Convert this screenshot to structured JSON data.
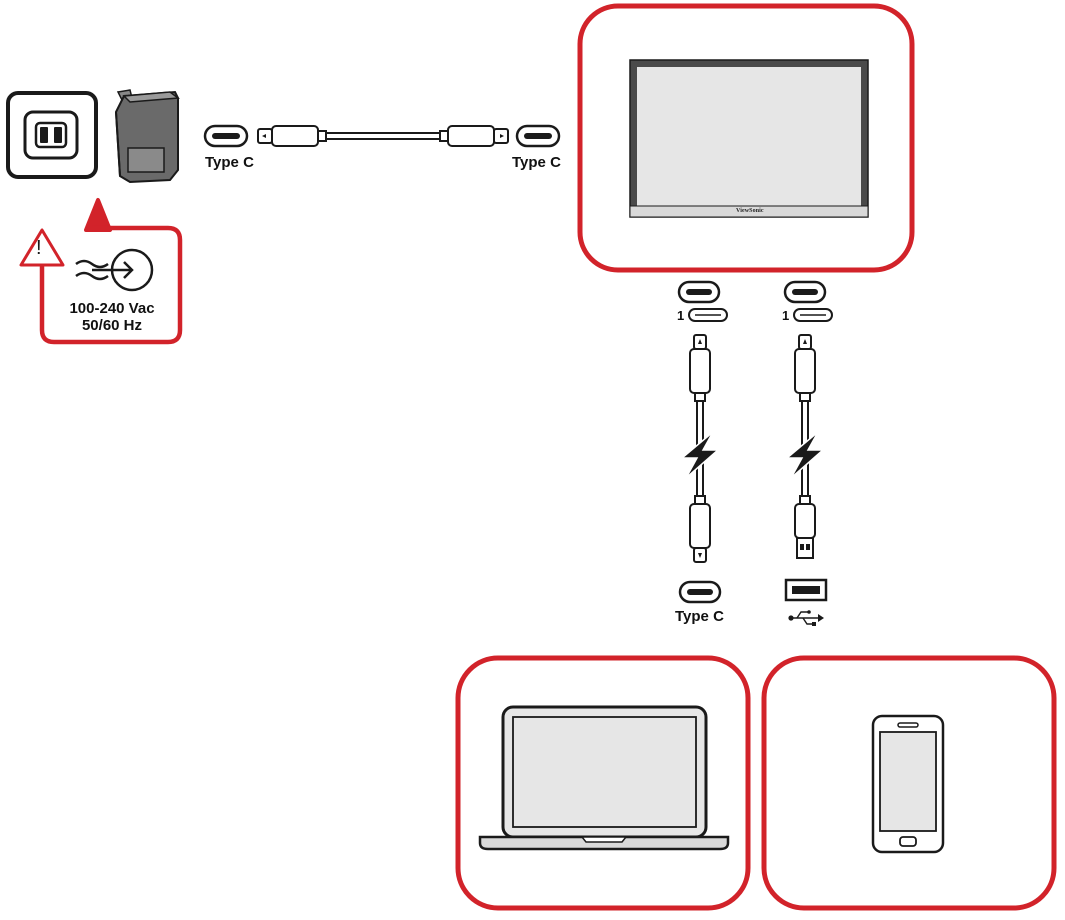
{
  "source_cable": {
    "left_label": "Type C",
    "right_label": "Type C"
  },
  "power": {
    "warning_mark": "!",
    "voltage": "100-240 Vac",
    "frequency": "50/60 Hz"
  },
  "monitor": {
    "brand": "ViewSonic"
  },
  "port_left": {
    "number": "1",
    "end_label": "Type C"
  },
  "port_right": {
    "number": "1"
  },
  "colors": {
    "accent_red": "#d2232a",
    "screen_fill": "#e6e6e6",
    "line": "#1a1a1a",
    "adapter_fill": "#555555"
  }
}
